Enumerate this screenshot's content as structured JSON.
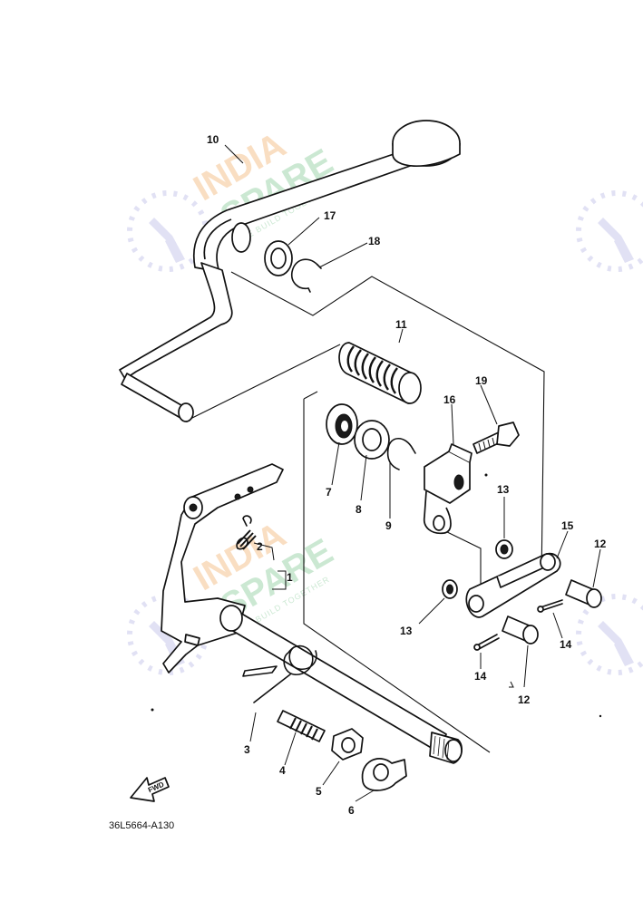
{
  "diagram": {
    "drawing_code": "36L5664-A130",
    "fwd_label": "FWD",
    "callouts": [
      {
        "id": "p10",
        "label": "10"
      },
      {
        "id": "p17",
        "label": "17"
      },
      {
        "id": "p18",
        "label": "18"
      },
      {
        "id": "p11",
        "label": "11"
      },
      {
        "id": "p19",
        "label": "19"
      },
      {
        "id": "p16",
        "label": "16"
      },
      {
        "id": "p7",
        "label": "7"
      },
      {
        "id": "p8",
        "label": "8"
      },
      {
        "id": "p9",
        "label": "9"
      },
      {
        "id": "p13a",
        "label": "13"
      },
      {
        "id": "p15",
        "label": "15"
      },
      {
        "id": "p12a",
        "label": "12"
      },
      {
        "id": "p2",
        "label": "2"
      },
      {
        "id": "p1",
        "label": "1"
      },
      {
        "id": "p13b",
        "label": "13"
      },
      {
        "id": "p14a",
        "label": "14"
      },
      {
        "id": "p14b",
        "label": "14"
      },
      {
        "id": "p12b",
        "label": "12"
      },
      {
        "id": "p3",
        "label": "3"
      },
      {
        "id": "p4",
        "label": "4"
      },
      {
        "id": "p5",
        "label": "5"
      },
      {
        "id": "p6",
        "label": "6"
      }
    ]
  },
  "watermark": {
    "line1": "INDIA",
    "line2": "SPARE",
    "tagline": "WE BUILD TOGETHER",
    "colors": {
      "orange": "#f6c99a",
      "green": "#a9d9b5",
      "blue": "#c9c9ec"
    }
  }
}
